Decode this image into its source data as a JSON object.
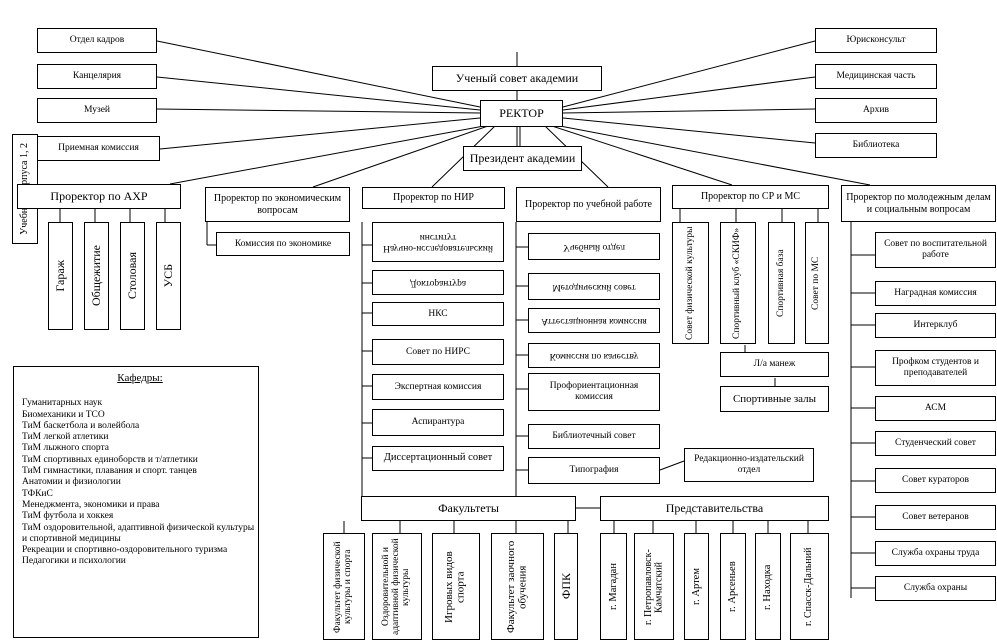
{
  "top_left": [
    "Отдел кадров",
    "Канцелярия",
    "Музей",
    "Приемная комиссия"
  ],
  "top_right": [
    "Юрисконсульт",
    "Медицинская часть",
    "Архив",
    "Библиотека"
  ],
  "council": "Ученый совет академии",
  "rector": "РЕКТОР",
  "president": "Президент академии",
  "side_label": "Учебные корпуса 1, 2",
  "prorectors": [
    "Проректор по АХР",
    "Проректор по экономическим вопросам",
    "Проректор по НИР",
    "Проректор по учебной работе",
    "Проректор по СР и МС",
    "Проректор по молодежным делам и социальным вопросам"
  ],
  "axr": [
    "Гараж",
    "Общежитие",
    "Столовая",
    "УСБ"
  ],
  "econ": [
    "Комиссия по экономике"
  ],
  "nir": [
    "Научно-исследовательский институт",
    "Докторантура",
    "НКС",
    "Совет по НИРС",
    "Экспертная комиссия",
    "Аспирантура",
    "Диссертационный совет"
  ],
  "ucheb": [
    "Учебный отдел",
    "Методический совет",
    "Аттестационная комиссия",
    "Комиссия по качеству",
    "Профориентационная комиссия",
    "Библиотечный совет",
    "Типография"
  ],
  "publishing": "Редакционно-издательский отдел",
  "sr": [
    "Совет физической культуры",
    "Спортивный клуб «СКИФ»",
    "Спортивная база",
    "Совет по МС"
  ],
  "sr_extra": [
    "Л/а манеж",
    "Спортивные залы"
  ],
  "youth": [
    "Совет по воспитательной работе",
    "Наградная комиссия",
    "Интерклуб",
    "Профком студентов и преподавателей",
    "АСМ",
    "Студенческий совет",
    "Совет кураторов",
    "Совет ветеранов",
    "Служба охраны труда",
    "Служба охраны"
  ],
  "kafedry_title": "Кафедры:",
  "kafedry": [
    "Гуманитарных наук",
    "Биомеханики и ТСО",
    "ТиМ баскетбола и волейбола",
    "ТиМ легкой атлетики",
    "ТиМ лыжного спорта",
    "ТиМ спортивных единоборств и т/атлетики",
    "ТиМ гимнастики, плавания и спорт. танцев",
    "Анатомии и физиологии",
    "ТФКиС",
    "Менеджмента, экономики и права",
    "ТиМ футбола и хоккея",
    "ТиМ оздоровительной, адаптивной физической культуры и спортивной медицины",
    "Рекреации и спортивно-оздоровительного туризма",
    "Педагогики и психологии"
  ],
  "faculties_title": "Факультеты",
  "faculties": [
    "Факультет физической культуры и спорта",
    "Оздоровительной и адаптивной физической культуры",
    "Игровых видов спорта",
    "Факультет заочного обучения",
    "ФПК"
  ],
  "reps_title": "Представительства",
  "reps": [
    "г. Магадан",
    "г. Петропавловск-Камчатский",
    "г. Артем",
    "г. Арсеньев",
    "г. Находка",
    "г. Спасск-Дальний"
  ]
}
